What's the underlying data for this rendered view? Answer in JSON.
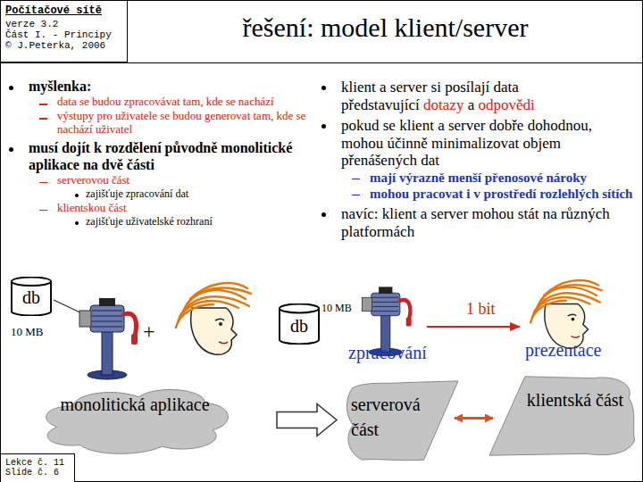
{
  "diagram": {
    "title": "řešení: model klient/server",
    "nodes": [
      {
        "text": [
          "Počítačové sítě",
          "verze 3.2",
          "Část I. - Principy",
          "© J.Peterka, 2006"
        ]
      },
      {
        "text": [
          "Lekce č. 11",
          "Slide č. 6"
        ]
      },
      {
        "text": [
          "db"
        ]
      },
      {
        "text": [
          "monolitická aplikace"
        ]
      },
      {
        "text": [
          "db"
        ]
      },
      {
        "text": [
          "serverová část"
        ]
      },
      {
        "text": [
          "klientská část"
        ]
      }
    ],
    "edges": [
      {
        "from": 3,
        "to": 5,
        "arrow": "to"
      },
      {
        "from": 5,
        "to": 6,
        "arrow": "both"
      }
    ],
    "labels": [
      "myšlenka:",
      "data se budou zpracovávat tam, kde se nachází",
      "výstupy pro uživatele se budou generovat tam, kde se nachází uživatel",
      "musí dojít k rozdělení původně monolitické aplikace na dvě části",
      "serverovou část",
      "zajišťuje zpracování dat",
      "klientskou část",
      "zajišťuje uživatelské rozhraní",
      "klient a server si posílají data představující",
      "dotazy",
      "a",
      "odpovědi",
      "pokud se klient a server dobře dohodnou, mohou účinně minimalizovat objem přenášených dat",
      "mají výrazně menší přenosové nároky",
      "mohou pracovat i v prostředí rozlehlých sítích",
      "navíc: klient a server mohou stát na různých platformách",
      "10 MB",
      "+",
      "10 MB",
      "1 bit",
      "zpracování",
      "prezentace"
    ]
  }
}
